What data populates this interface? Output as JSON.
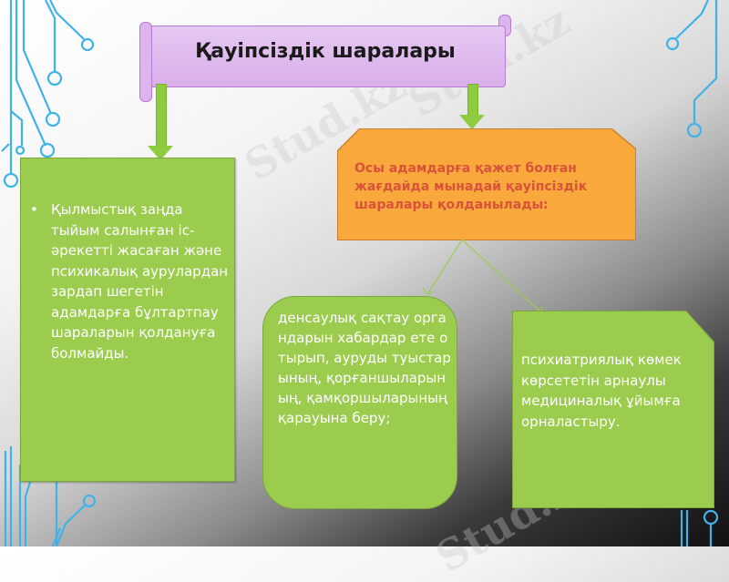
{
  "slide": {
    "title": "Қауіпсіздік шаралары",
    "left_box": {
      "bullet": "•",
      "text": "Қылмыстық заңда тыйым салынған іс-әрекетті жасаған және психикалық аурулардан зардап шегетін адамдарға бұлтартпау шараларын қолдануға болмайды."
    },
    "orange_box": {
      "text": "Осы адамдарға қажет болған жағдайда мынадай қауіпсіздік шаралары қолданылады:"
    },
    "middle_box": {
      "text": "денсаулық сақтау органдарын хабардар ете отырып, ауруды туыстарының, қорғаншыларының, қамқоршыларының қарауына беру;"
    },
    "right_box": {
      "text": "психиатриялық көмек көрсететін арнаулы медициналық ұйымға орналастыру."
    },
    "watermark": "Stud.kz"
  },
  "colors": {
    "title_fill": "#d9aeea",
    "green_fill": "#9bcc4e",
    "orange_fill": "#f9a83c",
    "orange_text": "#d9533a",
    "circuit": "#3fb3e8"
  }
}
